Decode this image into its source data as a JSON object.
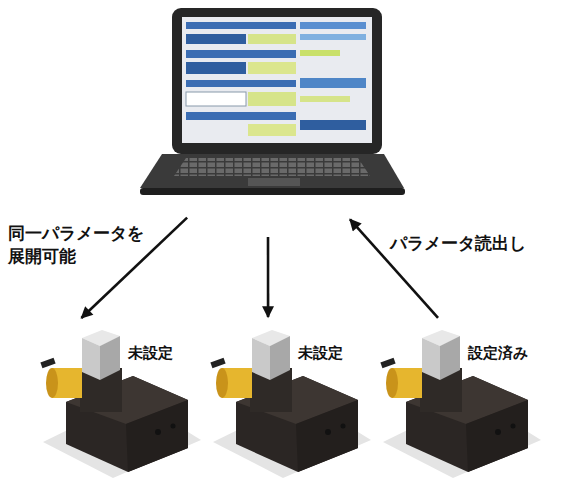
{
  "diagram": {
    "nodes": [
      {
        "text": []
      },
      {
        "text": [
          "未設定"
        ]
      },
      {
        "text": [
          "未設定"
        ]
      },
      {
        "text": [
          "設定済み"
        ]
      }
    ],
    "edges": [
      {
        "from": 0,
        "to": 1,
        "arrow": "to",
        "label": "同一パラメータを 展開可能"
      },
      {
        "from": 0,
        "to": 2,
        "arrow": "to"
      },
      {
        "from": 3,
        "to": 0,
        "arrow": "to",
        "label": "パラメータ読出し"
      }
    ]
  }
}
